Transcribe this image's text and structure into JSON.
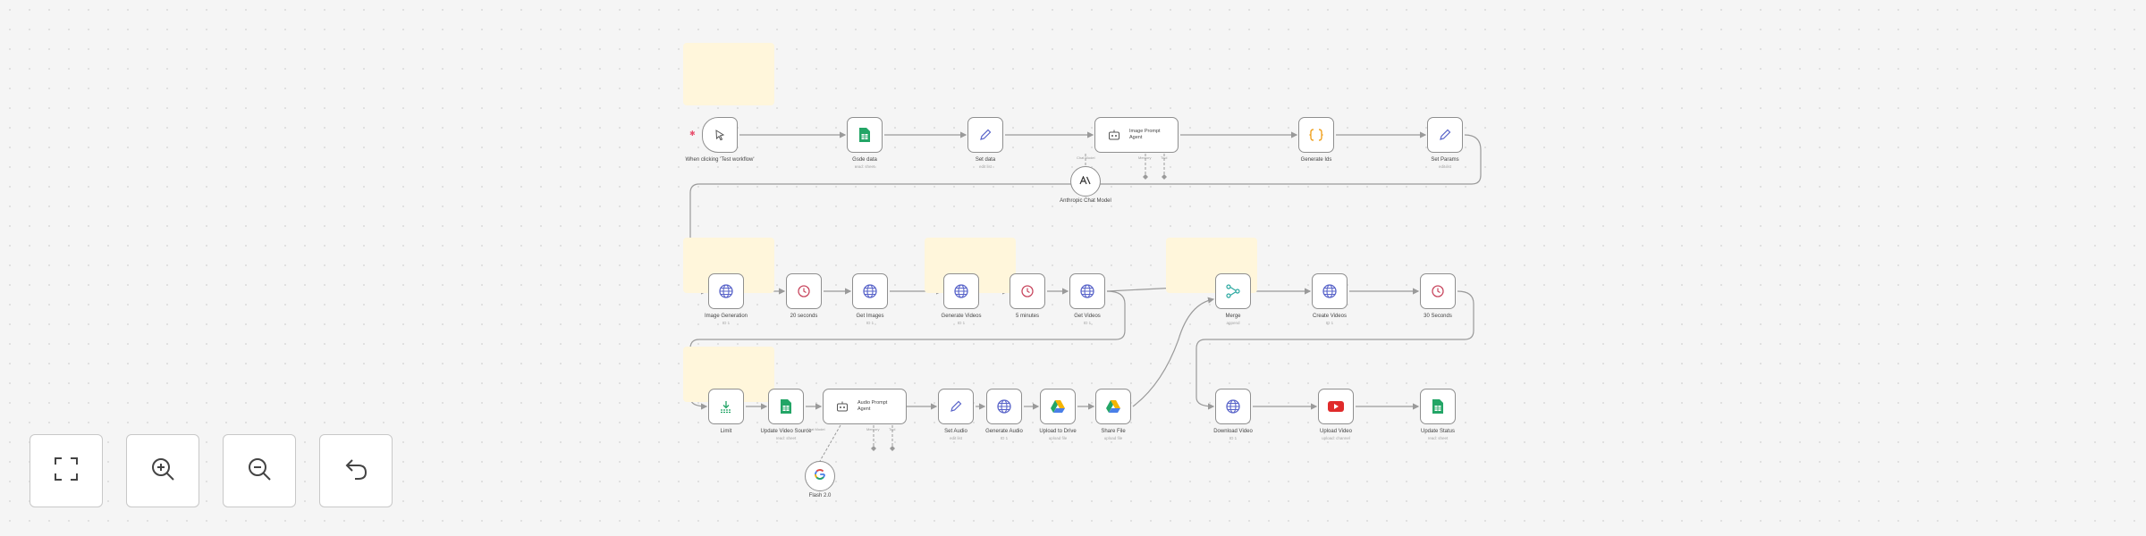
{
  "workflow": {
    "trigger_marker": "✱",
    "nodes": [
      {
        "id": "trigger",
        "label": "When clicking 'Test workflow'",
        "sub": "",
        "icon": "cursor-icon"
      },
      {
        "id": "getrows",
        "label": "Gsde data",
        "sub": "read: sheet",
        "icon": "google-sheets-icon"
      },
      {
        "id": "setdata",
        "label": "Set data",
        "sub": "edit list",
        "icon": "pencil-icon"
      },
      {
        "id": "imageprompt",
        "label": "Image Prompt Agent",
        "sub": "",
        "icon": "robot-icon"
      },
      {
        "id": "generate",
        "label": "Generate Ids",
        "sub": "",
        "icon": "code-icon"
      },
      {
        "id": "setparams",
        "label": "Set Params",
        "sub": "edit list",
        "icon": "pencil-icon"
      },
      {
        "id": "imagegen",
        "label": "Image Generation",
        "sub": "ID 1",
        "icon": "globe-icon"
      },
      {
        "id": "wait1",
        "label": "20 seconds",
        "sub": "",
        "icon": "clock-icon"
      },
      {
        "id": "getimages",
        "label": "Get Images",
        "sub": "ID 1",
        "icon": "globe-icon"
      },
      {
        "id": "genvideos",
        "label": "Generate Videos",
        "sub": "ID 1",
        "icon": "globe-icon"
      },
      {
        "id": "wait2",
        "label": "5 minutes",
        "sub": "",
        "icon": "clock-icon"
      },
      {
        "id": "getvideos",
        "label": "Get Videos",
        "sub": "ID 1",
        "icon": "globe-icon"
      },
      {
        "id": "merge",
        "label": "Merge",
        "sub": "append",
        "icon": "merge-icon"
      },
      {
        "id": "create",
        "label": "Create Videos",
        "sub": "ID 1",
        "icon": "globe-icon"
      },
      {
        "id": "wait3",
        "label": "30 Seconds",
        "sub": "",
        "icon": "clock-icon"
      },
      {
        "id": "limit",
        "label": "Limit",
        "sub": "",
        "icon": "limit-icon"
      },
      {
        "id": "updatesheet",
        "label": "Update Video Source",
        "sub": "read: sheet",
        "icon": "google-sheets-icon"
      },
      {
        "id": "audioprompt",
        "label": "Audio Prompt Agent",
        "sub": "",
        "icon": "robot-icon"
      },
      {
        "id": "setaudio",
        "label": "Set Audio",
        "sub": "edit list",
        "icon": "pencil-icon"
      },
      {
        "id": "genaudio",
        "label": "Generate Audio",
        "sub": "ID 1",
        "icon": "globe-icon"
      },
      {
        "id": "uploaddrive",
        "label": "Upload to Drive",
        "sub": "upload file",
        "icon": "google-drive-icon"
      },
      {
        "id": "sharefile",
        "label": "Share File",
        "sub": "upload file",
        "icon": "google-drive-icon"
      },
      {
        "id": "download",
        "label": "Download Video",
        "sub": "ID 1",
        "icon": "globe-icon"
      },
      {
        "id": "youtube",
        "label": "Upload Video",
        "sub": "upload: channel",
        "icon": "youtube-icon"
      },
      {
        "id": "updatestatus",
        "label": "Update Status",
        "sub": "read: sheet",
        "icon": "google-sheets-icon"
      }
    ],
    "sub_nodes": [
      {
        "id": "anthropic",
        "label": "Anthropic Chat Model",
        "icon": "anthropic-icon"
      },
      {
        "id": "gemini",
        "label": "Flash 2.0",
        "icon": "google-icon"
      }
    ],
    "port_labels": {
      "chat_model": "Chat Model",
      "memory": "Memory",
      "tool": "Tool"
    }
  },
  "controls": {
    "fit_view": "fit-view-icon",
    "zoom_in": "zoom-in-icon",
    "zoom_out": "zoom-out-icon",
    "undo": "undo-icon"
  },
  "colors": {
    "canvas": "#f5f5f5",
    "sticky": "#fff6db",
    "node_border": "#8f8f8f",
    "trigger": "#e8506e",
    "sheets": "#23a566",
    "globe": "#5964c9",
    "clock": "#c8475f",
    "code": "#f0a323",
    "youtube": "#e02b2b"
  }
}
